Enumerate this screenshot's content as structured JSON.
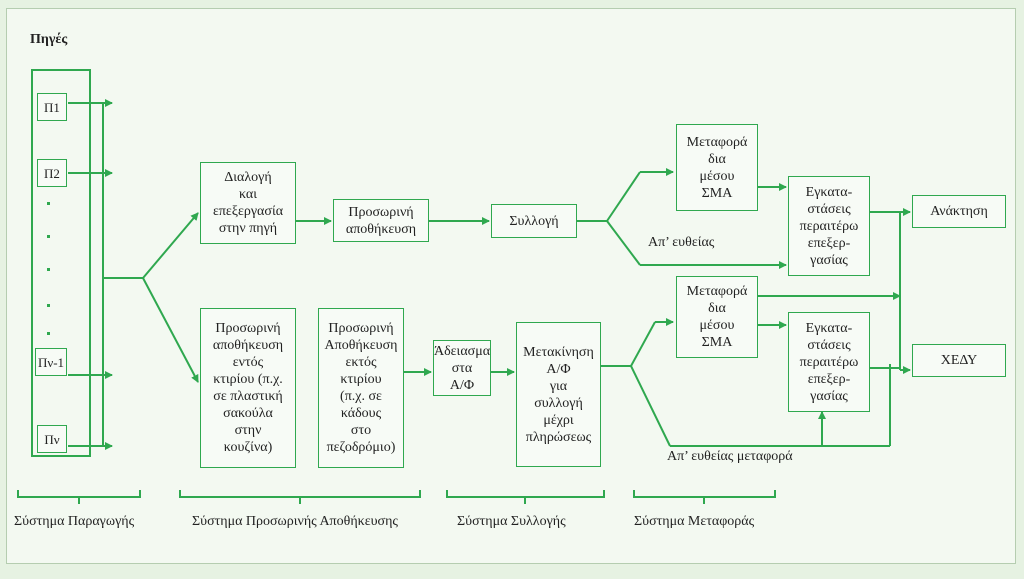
{
  "title": "Πηγές",
  "sources": {
    "p1": "Π1",
    "p2": "Π2",
    "pn1": "Πν-1",
    "pn": "Πν"
  },
  "boxes": {
    "sorting": "Διαλογή\nκαι\nεπεξεργασία\nστην πηγή",
    "temp_storage": "Προσωρινή\nαποθήκευση",
    "collection": "Συλλογή",
    "transport_top": "Μεταφορά\nδια\nμέσου\nΣΜΑ",
    "facilities_top": "Εγκατα-\nστάσεις\nπεραιτέρω\nεπεξερ-\nγασίας",
    "recovery": "Ανάκτηση",
    "indoor_storage": "Προσωρινή\nαποθήκευση\nεντός\nκτιρίου (π.χ.\nσε πλαστική\nσακούλα\nστην\nκουζίνα)",
    "outdoor_storage": "Προσωρινή\nΑποθήκευση\nεκτός\nκτιρίου\n(π.χ. σε\nκάδους\nστο\nπεζοδρόμιο)",
    "emptying": "Άδειασμα\nστα\nΑ/Φ",
    "moving": "Μετακίνηση\nΑ/Φ\nγια\nσυλλογή\nμέχρι\nπληρώσεως",
    "transport_bottom": "Μεταφορά\nδια\nμέσου\nΣΜΑ",
    "facilities_bottom": "Εγκατα-\nστάσεις\nπεραιτέρω\nεπεξερ-\nγασίας",
    "landfill": "ΧΕΔΥ"
  },
  "labels": {
    "direct_top": "Απ’ ευθείας",
    "direct_bottom": "Απ’ ευθείας μεταφορά"
  },
  "systems": {
    "production": "Σύστημα Παραγωγής",
    "temp_storage": "Σύστημα Προσωρινής Αποθήκευσης",
    "collection": "Σύστημα Συλλογής",
    "transport": "Σύστημα Μεταφοράς"
  },
  "colors": {
    "line": "#2fa84f",
    "background": "#f3f9f1"
  }
}
